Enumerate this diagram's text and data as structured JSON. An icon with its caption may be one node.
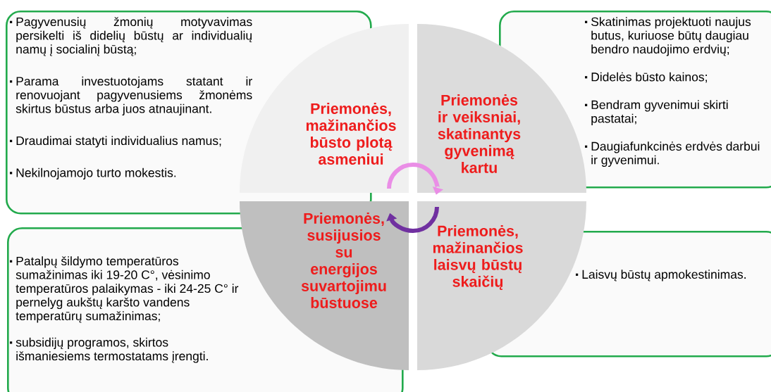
{
  "diagram": {
    "nodes": [
      {
        "text": [
          "Pagyvenusių žmonių motyvavimas persikelti iš didelių būstų ar individualių namų į socialinį būstą;",
          "Parama investuotojams statant ir renovuojant pagyvenusiems žmonėms skirtus būstus arba juos atnaujinant.",
          "Draudimai statyti individualius namus;",
          "Nekilnojamojo turto mokestis."
        ]
      },
      {
        "text": [
          "Priemonės, mažinančios būsto plotą asmeniui"
        ]
      },
      {
        "text": [
          "Priemonės ir veiksniai, skatinantys gyvenimą kartu"
        ]
      },
      {
        "text": [
          "Skatinimas projektuoti naujus butus, kuriuose būtų daugiau bendro naudojimo erdvių;",
          "Didelės būsto kainos;",
          "Bendram gyvenimui skirti pastatai;",
          "Daugiafunkcinės erdvės darbui ir gyvenimui."
        ]
      },
      {
        "text": [
          "Patalpų šildymo temperatūros sumažinimas iki 19-20 C°, vėsinimo temperatūros palaikymas - iki 24-25 C° ir pernelyg aukštų karšto vandens temperatūrų sumažinimas;",
          "subsidijų programos, skirtos išmaniesiems termostatams įrengti."
        ]
      },
      {
        "text": [
          "Priemonės, susijusios su energijos suvartojimu būstuose"
        ]
      },
      {
        "text": [
          "Priemonės, mažinančios laisvų būstų skaičių"
        ]
      },
      {
        "text": [
          "Laisvų būstų apmokestinimas."
        ]
      }
    ],
    "edges": [
      {
        "from": 1,
        "to": 2,
        "arrow": "to",
        "color": "#ea8ee6"
      },
      {
        "from": 6,
        "to": 5,
        "arrow": "to",
        "color": "#7030a0"
      }
    ]
  }
}
